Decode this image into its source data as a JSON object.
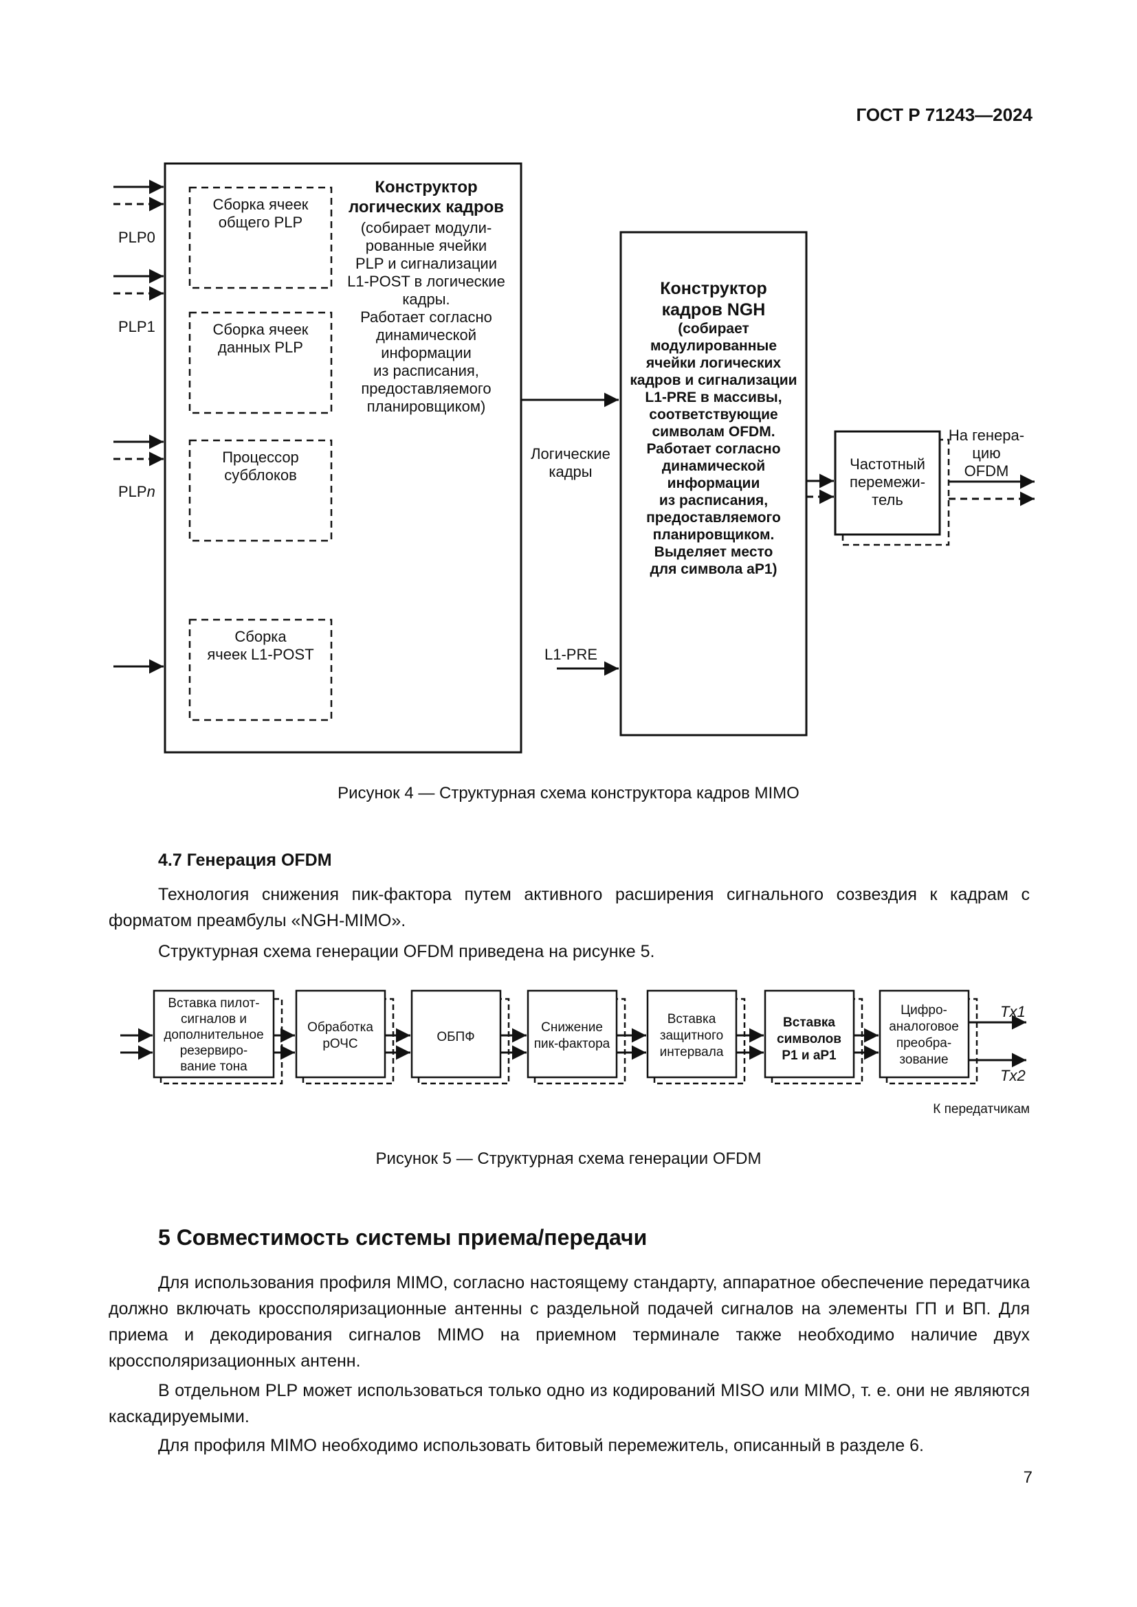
{
  "header": {
    "doc_code": "ГОСТ Р 71243—2024"
  },
  "figure4": {
    "inputs": [
      "PLP0",
      "PLP1",
      "PLP",
      "n"
    ],
    "cell_blocks": [
      [
        "Сборка ячеек",
        "общего PLP"
      ],
      [
        "Сборка ячеек",
        "данных PLP"
      ],
      [
        "Процессор",
        "субблоков"
      ],
      [
        "Сборка",
        "ячеек L1-POST"
      ]
    ],
    "logical_builder": {
      "title_lines": [
        "Конструктор",
        "логических кадров"
      ],
      "body_lines": [
        "(собирает модули-",
        "рованные ячейки",
        "PLP и сигнализации",
        "L1-POST в логические",
        "кадры.",
        "Работает согласно",
        "динамической",
        "информации",
        "из расписания,",
        "предоставляемого",
        "планировщиком)"
      ]
    },
    "logical_frames_label": [
      "Логические",
      "кадры"
    ],
    "l1pre_label": "L1-PRE",
    "ngh_builder": {
      "title_lines": [
        "Конструктор",
        "кадров NGH"
      ],
      "body_lines": [
        "(собирает",
        "модулированные",
        "ячейки логических",
        "кадров и сигнализации",
        "L1-PRE в массивы,",
        "соответствующие",
        "символам OFDM.",
        "Работает согласно",
        "динамической",
        "информации",
        "из расписания,",
        "предоставляемого",
        "планировщиком."
      ],
      "bold_tail_lines": [
        "Выделяет место",
        "для символа aP1)"
      ]
    },
    "interleaver": [
      "Частотный",
      "перемежи-",
      "тель"
    ],
    "output_label": [
      "На генера-",
      "цию",
      "OFDM"
    ],
    "caption": "Рисунок 4 — Структурная схема конструктора кадров MIMO"
  },
  "section47": {
    "heading": "4.7 Генерация OFDM",
    "p1": "Технология снижения пик-фактора путем активного расширения сигнального созвездия к кадрам с форматом преамбулы «NGH-MIMO».",
    "p2": "Структурная схема генерации OFDM приведена на рисунке 5."
  },
  "figure5": {
    "blocks": [
      [
        "Вставка пилот-",
        "сигналов и",
        "дополнительное",
        "резервиро-",
        "вание тона"
      ],
      [
        "Обработка",
        "рОЧС"
      ],
      [
        "ОБПФ"
      ],
      [
        "Снижение",
        "пик-фактора"
      ],
      [
        "Вставка",
        "защитного",
        "интервала"
      ],
      [
        "Вставка",
        "символов",
        "P1 и aP1"
      ],
      [
        "Цифро-",
        "аналоговое",
        "преобра-",
        "зование"
      ]
    ],
    "outputs": [
      "Tx1",
      "Tx2"
    ],
    "to_transmitters": "К передатчикам",
    "caption": "Рисунок 5 — Структурная схема генерации OFDM"
  },
  "section5": {
    "heading": "5 Совместимость системы приема/передачи",
    "p1": "Для использования профиля MIMO, согласно настоящему стандарту, аппаратное обеспечение передатчика должно включать кроссполяризационные антенны с раздельной подачей сигналов на элементы ГП и ВП. Для приема и декодирования сигналов MIMO на приемном терминале также необходимо наличие двух кроссполяризационных антенн.",
    "p2": "В отдельном PLP может использоваться только одно из кодирований MISO или MIMO, т. е. они не являются каскадируемыми.",
    "p3": "Для профиля MIMO необходимо использовать битовый перемежитель, описанный в разделе 6."
  },
  "page_number": "7"
}
